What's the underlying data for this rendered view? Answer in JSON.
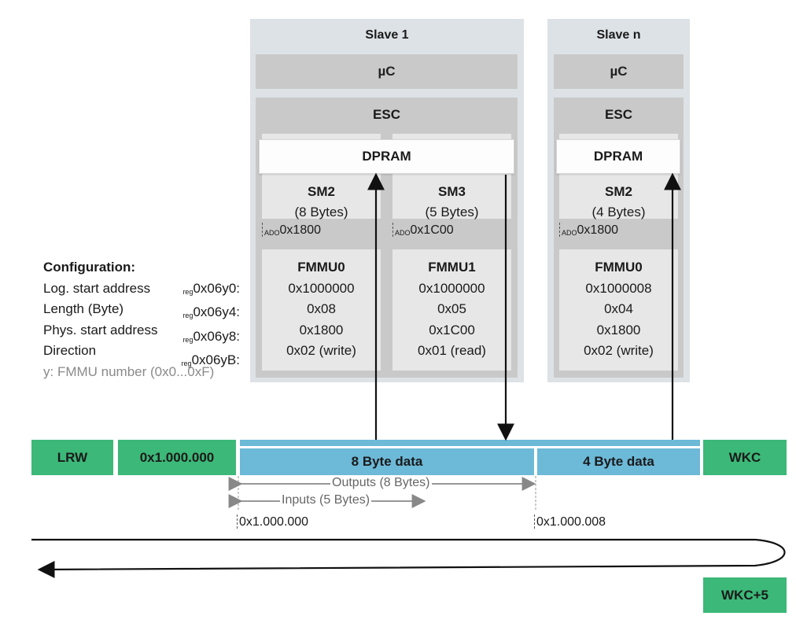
{
  "slave1": {
    "title": "Slave 1",
    "uc": "µC",
    "esc": "ESC",
    "dpram": "DPRAM",
    "sm_a": {
      "name": "SM2",
      "size": "(8 Bytes)",
      "ado": "0x1800"
    },
    "sm_b": {
      "name": "SM3",
      "size": "(5 Bytes)",
      "ado": "0x1C00"
    },
    "fmmu_a": {
      "name": "FMMU0",
      "log": "0x1000000",
      "len": "0x08",
      "phys": "0x1800",
      "dir": "0x02 (write)"
    },
    "fmmu_b": {
      "name": "FMMU1",
      "log": "0x1000000",
      "len": "0x05",
      "phys": "0x1C00",
      "dir": "0x01 (read)"
    }
  },
  "slaven": {
    "title": "Slave n",
    "uc": "µC",
    "esc": "ESC",
    "dpram": "DPRAM",
    "sm_a": {
      "name": "SM2",
      "size": "(4 Bytes)",
      "ado": "0x1800"
    },
    "fmmu_a": {
      "name": "FMMU0",
      "log": "0x1000008",
      "len": "0x04",
      "phys": "0x1800",
      "dir": "0x02 (write)"
    }
  },
  "ado_prefix": "ADO",
  "reg_prefix": "reg",
  "config": {
    "title": "Configuration:",
    "rows": [
      {
        "label": "Log. start address",
        "reg": "0x06y0:"
      },
      {
        "label": "Length (Byte)",
        "reg": "0x06y4:"
      },
      {
        "label": "Phys. start address",
        "reg": "0x06y8:"
      },
      {
        "label": "Direction",
        "reg": "0x06yB:"
      }
    ],
    "note": "y: FMMU number (0x0...0xF)"
  },
  "frame": {
    "cmd": "LRW",
    "address": "0x1.000.000",
    "data8": "8 Byte data",
    "data4": "4 Byte data",
    "wkc": "WKC",
    "outputs_label": "Outputs (8 Bytes)",
    "inputs_label": "Inputs (5 Bytes)",
    "addr_start": "0x1.000.000",
    "addr_mid": "0x1.000.008",
    "wkc_return": "WKC+5"
  },
  "colors": {
    "green": "#3cb878",
    "blue": "#6cb9d8",
    "slave_bg": "#dde2e6",
    "gray": "#c9c9c9"
  }
}
